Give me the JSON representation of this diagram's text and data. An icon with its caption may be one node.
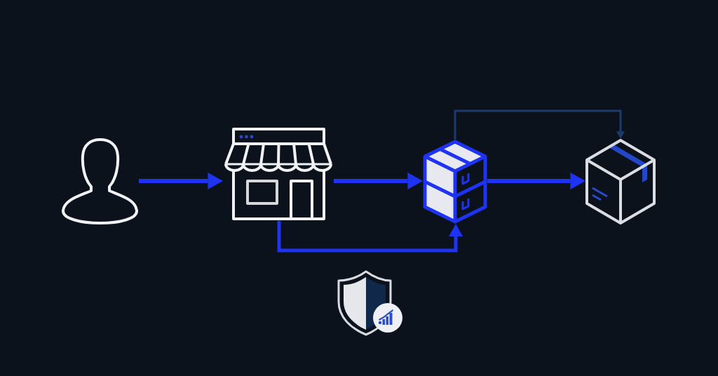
{
  "diagram": {
    "nodes": [
      {
        "text": [],
        "shape": "person"
      },
      {
        "text": [],
        "shape": "picture"
      },
      {
        "text": [],
        "shape": "picture"
      },
      {
        "text": [],
        "shape": "picture"
      },
      {
        "text": [],
        "shape": "picture"
      }
    ],
    "edges": [
      {
        "from": 0,
        "to": 1,
        "arrow": "to"
      },
      {
        "from": 1,
        "to": 2,
        "arrow": "to"
      },
      {
        "from": 2,
        "to": 3,
        "arrow": "to"
      },
      {
        "from": 1,
        "to": 2,
        "arrow": "to"
      },
      {
        "from": 2,
        "to": 3,
        "arrow": "to",
        "color": "#1d3a6b"
      }
    ]
  }
}
